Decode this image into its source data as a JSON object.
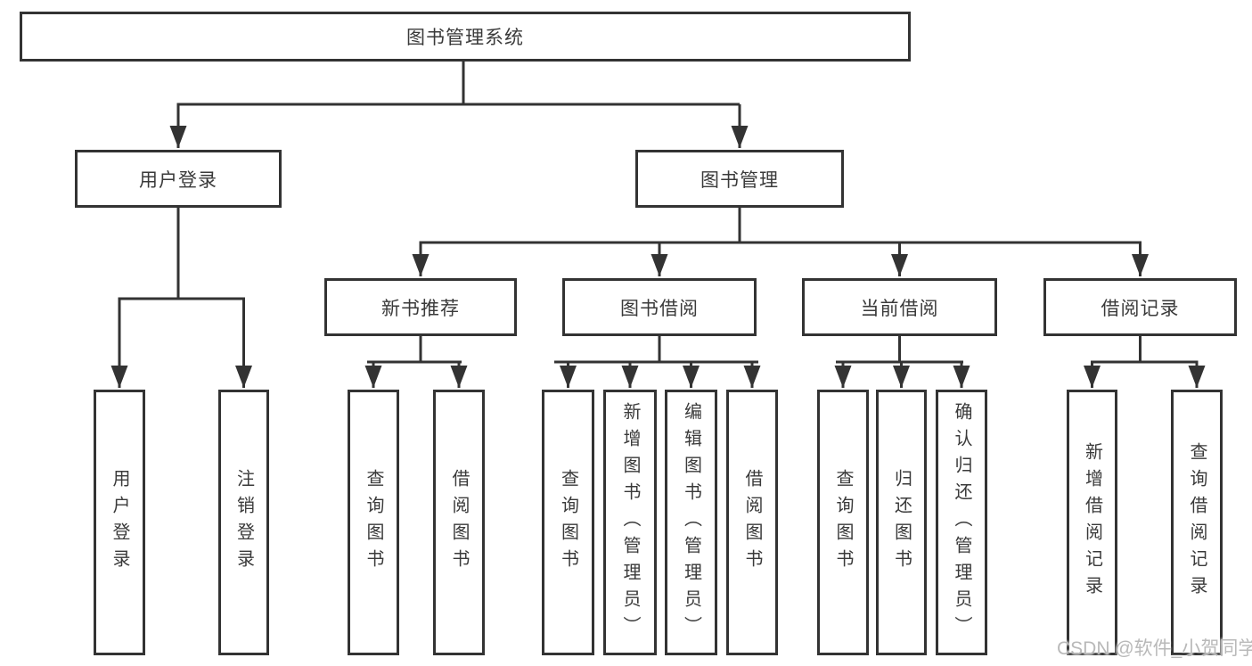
{
  "diagram": {
    "type": "hierarchy-flowchart",
    "colors": {
      "line": "#333333",
      "text": "#3a3a3a",
      "watermark": "#b9b9b9",
      "background": "#ffffff"
    },
    "watermark": {
      "text": "CSDN @软件_小贺同学"
    },
    "tree": {
      "label": "图书管理系统",
      "children": [
        {
          "label": "用户登录",
          "children": [
            {
              "label": "用户登录"
            },
            {
              "label": "注销登录"
            }
          ]
        },
        {
          "label": "图书管理",
          "children": [
            {
              "label": "新书推荐",
              "children": [
                {
                  "label": "查询图书"
                },
                {
                  "label": "借阅图书"
                }
              ]
            },
            {
              "label": "图书借阅",
              "children": [
                {
                  "label": "查询图书"
                },
                {
                  "label": "新增图书（管理员）"
                },
                {
                  "label": "编辑图书（管理员）"
                },
                {
                  "label": "借阅图书"
                }
              ]
            },
            {
              "label": "当前借阅",
              "children": [
                {
                  "label": "查询图书"
                },
                {
                  "label": "归还图书"
                },
                {
                  "label": "确认归还（管理员）"
                }
              ]
            },
            {
              "label": "借阅记录",
              "children": [
                {
                  "label": "新增借阅记录"
                },
                {
                  "label": "查询借阅记录"
                }
              ]
            }
          ]
        }
      ]
    }
  }
}
